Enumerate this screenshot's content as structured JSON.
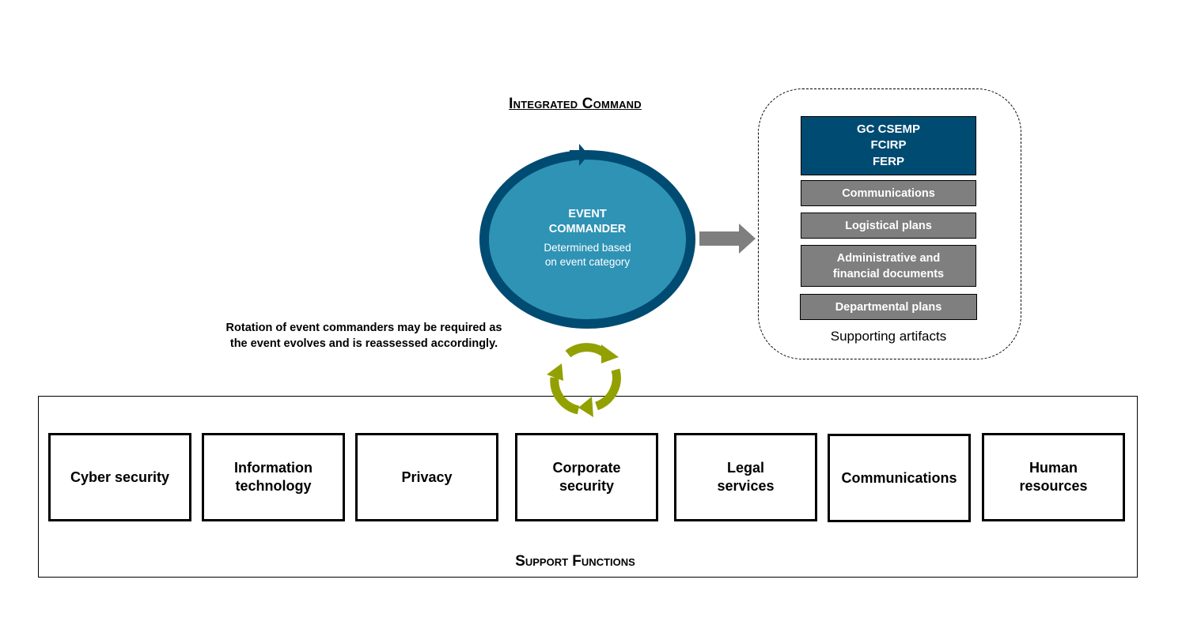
{
  "integrated_command": {
    "title": "Integrated Command",
    "event_commander": {
      "title": "EVENT\nCOMMANDER",
      "subtitle": "Determined based\non event category"
    }
  },
  "supporting_artifacts": {
    "caption": "Supporting artifacts",
    "items": [
      {
        "label": "GC CSEMP\nFCIRP\nFERP"
      },
      {
        "label": "Communications"
      },
      {
        "label": "Logistical plans"
      },
      {
        "label": "Administrative and\nfinancial documents"
      },
      {
        "label": "Departmental plans"
      }
    ]
  },
  "rotation_note": "Rotation of event commanders may be required as\nthe event evolves and is reassessed accordingly.",
  "support_functions": {
    "label": "Support Functions",
    "items": [
      {
        "label": "Cyber security"
      },
      {
        "label": "Information\ntechnology"
      },
      {
        "label": "Privacy"
      },
      {
        "label": "Corporate\nsecurity"
      },
      {
        "label": "Legal\nservices"
      },
      {
        "label": "Communications"
      },
      {
        "label": "Human\nresources"
      }
    ]
  },
  "colors": {
    "primary_dark": "#004b72",
    "circle_fill": "#2f93b5",
    "artifact_gray": "#7f7f7f",
    "arrow_gray": "#7f7f7f",
    "cycle_green": "#92a000"
  },
  "icons": {
    "ring_arrow": "arrow-right-icon",
    "flow_arrow": "arrow-right-icon",
    "rotation_cycle": "cycle-arrows-icon"
  }
}
